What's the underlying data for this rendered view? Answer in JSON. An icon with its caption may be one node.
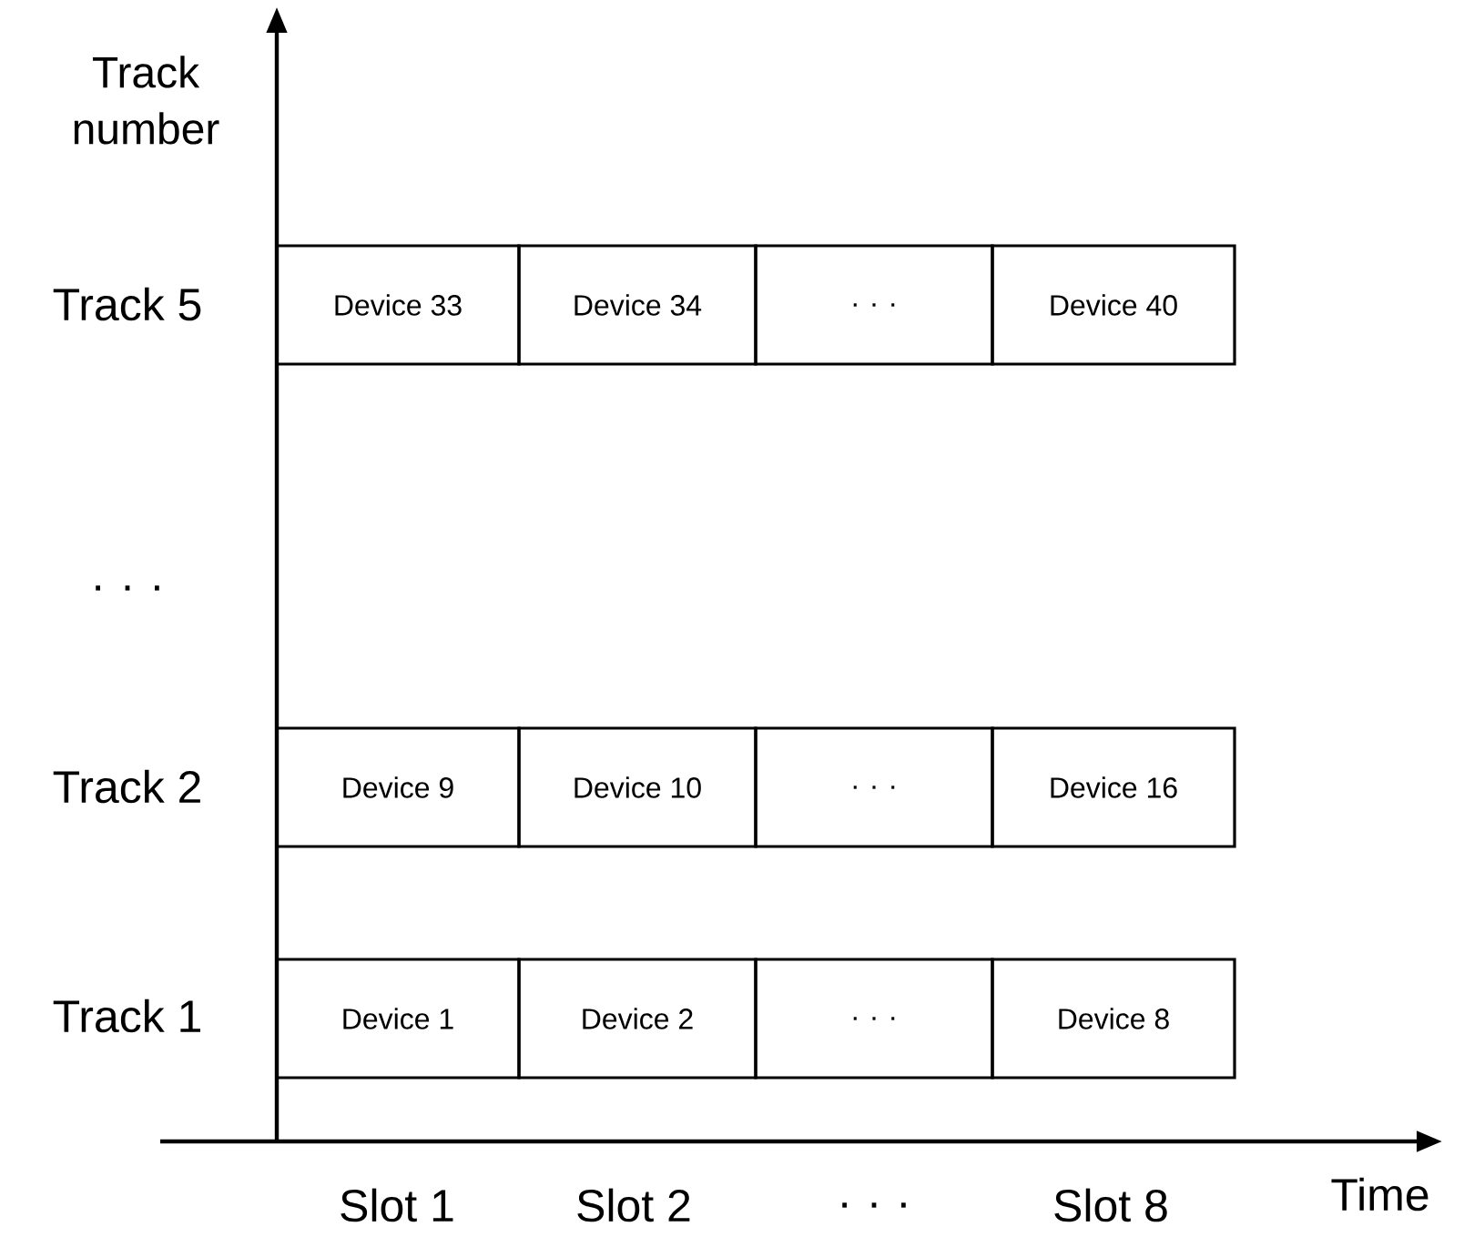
{
  "diagram": {
    "nodes": [
      {
        "text": [
          "Device 33"
        ]
      },
      {
        "text": [
          "Device 34"
        ]
      },
      {
        "text": [
          ". . ."
        ]
      },
      {
        "text": [
          "Device 40"
        ]
      },
      {
        "text": [
          "Device 9"
        ]
      },
      {
        "text": [
          "Device 10"
        ]
      },
      {
        "text": [
          ". . ."
        ]
      },
      {
        "text": [
          "Device 16"
        ]
      },
      {
        "text": [
          "Device 1"
        ]
      },
      {
        "text": [
          "Device 2"
        ]
      },
      {
        "text": [
          ". . ."
        ]
      },
      {
        "text": [
          "Device 8"
        ]
      }
    ],
    "labels": [
      "Track number",
      "Track 5",
      ". . .",
      "Track 2",
      "Track 1",
      "Slot 1",
      "Slot 2",
      ". . .",
      "Slot 8",
      "Time"
    ]
  }
}
